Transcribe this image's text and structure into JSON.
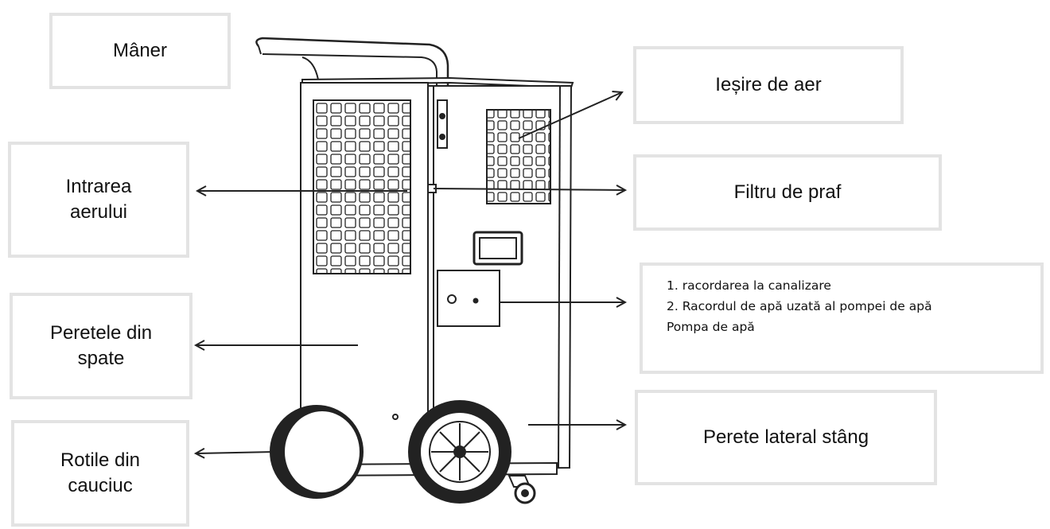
{
  "labels": {
    "handle": "Mâner",
    "air_intake": "Intrarea\naerului",
    "back_wall": "Peretele din\nspate",
    "rubber_wheels": "Rotile din\ncauciuc",
    "air_outlet": "Ieșire de aer",
    "dust_filter": "Filtru de praf",
    "drain_items": [
      "1. racordarea la canalizare",
      "2. Racordul de apă uzată al pompei de apă",
      "Pompa de apă"
    ],
    "left_side_wall": "Perete lateral stâng"
  }
}
